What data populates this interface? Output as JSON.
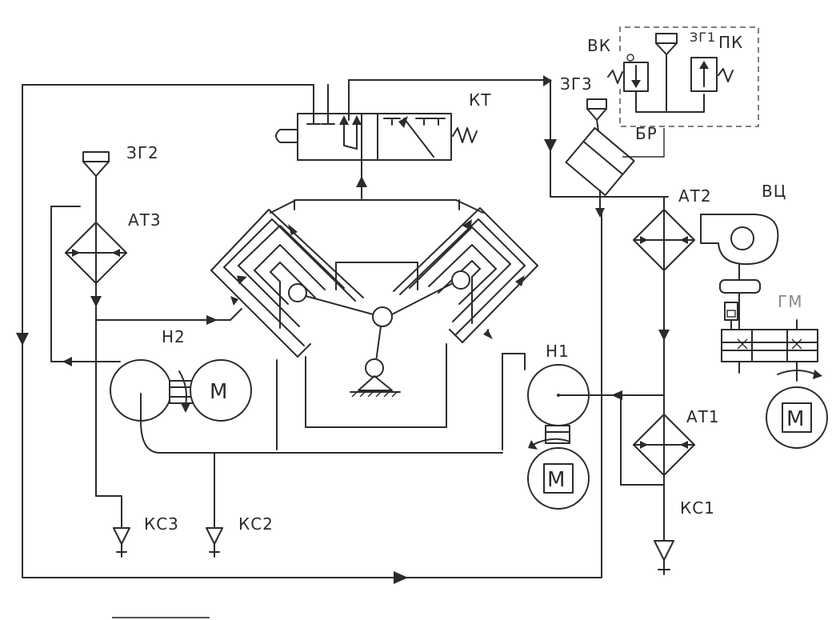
{
  "labels": {
    "kt": "КТ",
    "zg2": "ЗГ2",
    "zg3": "ЗГ3",
    "zg1": "ЗГ1",
    "at3": "АТ3",
    "at2": "АТ2",
    "at1": "АТ1",
    "vk": "ВК",
    "pk": "ПК",
    "br": "БР",
    "vts": "ВЦ",
    "gm": "ГМ",
    "n1": "Н1",
    "n2": "Н2",
    "ks1": "КС1",
    "ks2": "КС2",
    "ks3": "КС3",
    "motor": "М"
  },
  "colors": {
    "ink": "#2b2b2b",
    "gm_label": "#8a8a8a",
    "filter_fill": "#9a9a9a"
  }
}
